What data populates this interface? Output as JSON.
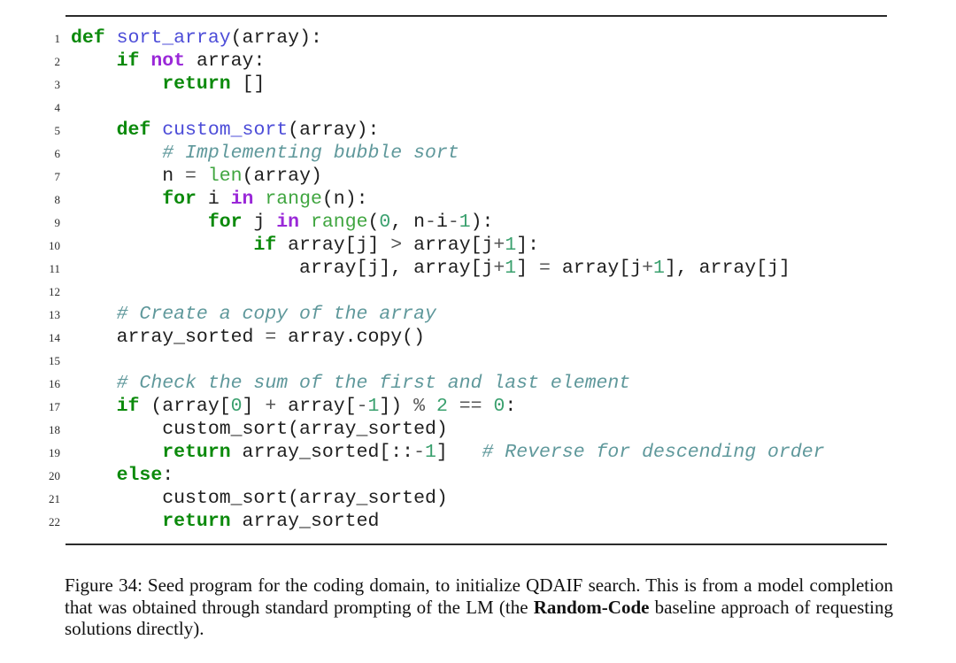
{
  "listing": {
    "rule_color": "#2b2b2b",
    "colors": {
      "keyword": "#0c8a0c",
      "operator_word": "#9a28d8",
      "function_name": "#4c4cd8",
      "builtin": "#3fa53f",
      "comment": "#5f989b",
      "number": "#3aa06e",
      "operator": "#555555",
      "text": "#1f1f1f",
      "line_number": "#2a2a2a"
    },
    "lines": [
      {
        "n": "1",
        "t": [
          [
            "kw",
            "def"
          ],
          [
            "tx",
            " "
          ],
          [
            "fn",
            "sort_array"
          ],
          [
            "tx",
            "(array):"
          ]
        ]
      },
      {
        "n": "2",
        "t": [
          [
            "tx",
            "    "
          ],
          [
            "kw",
            "if"
          ],
          [
            "tx",
            " "
          ],
          [
            "ow",
            "not"
          ],
          [
            "tx",
            " array:"
          ]
        ]
      },
      {
        "n": "3",
        "t": [
          [
            "tx",
            "        "
          ],
          [
            "kw",
            "return"
          ],
          [
            "tx",
            " []"
          ]
        ]
      },
      {
        "n": "4",
        "t": []
      },
      {
        "n": "5",
        "t": [
          [
            "tx",
            "    "
          ],
          [
            "kw",
            "def"
          ],
          [
            "tx",
            " "
          ],
          [
            "fn",
            "custom_sort"
          ],
          [
            "tx",
            "(array):"
          ]
        ]
      },
      {
        "n": "6",
        "t": [
          [
            "tx",
            "        "
          ],
          [
            "cm",
            "# Implementing bubble sort"
          ]
        ]
      },
      {
        "n": "7",
        "t": [
          [
            "tx",
            "        n "
          ],
          [
            "op",
            "="
          ],
          [
            "tx",
            " "
          ],
          [
            "bi",
            "len"
          ],
          [
            "tx",
            "(array)"
          ]
        ]
      },
      {
        "n": "8",
        "t": [
          [
            "tx",
            "        "
          ],
          [
            "kw",
            "for"
          ],
          [
            "tx",
            " i "
          ],
          [
            "ow",
            "in"
          ],
          [
            "tx",
            " "
          ],
          [
            "bi",
            "range"
          ],
          [
            "tx",
            "(n):"
          ]
        ]
      },
      {
        "n": "9",
        "t": [
          [
            "tx",
            "            "
          ],
          [
            "kw",
            "for"
          ],
          [
            "tx",
            " j "
          ],
          [
            "ow",
            "in"
          ],
          [
            "tx",
            " "
          ],
          [
            "bi",
            "range"
          ],
          [
            "tx",
            "("
          ],
          [
            "nm",
            "0"
          ],
          [
            "tx",
            ", n"
          ],
          [
            "op",
            "-"
          ],
          [
            "tx",
            "i"
          ],
          [
            "op",
            "-"
          ],
          [
            "nm",
            "1"
          ],
          [
            "tx",
            "):"
          ]
        ]
      },
      {
        "n": "10",
        "t": [
          [
            "tx",
            "                "
          ],
          [
            "kw",
            "if"
          ],
          [
            "tx",
            " array[j] "
          ],
          [
            "op",
            ">"
          ],
          [
            "tx",
            " array[j"
          ],
          [
            "op",
            "+"
          ],
          [
            "nm",
            "1"
          ],
          [
            "tx",
            "]:"
          ]
        ]
      },
      {
        "n": "11",
        "t": [
          [
            "tx",
            "                    array[j], array[j"
          ],
          [
            "op",
            "+"
          ],
          [
            "nm",
            "1"
          ],
          [
            "tx",
            "] "
          ],
          [
            "op",
            "="
          ],
          [
            "tx",
            " array[j"
          ],
          [
            "op",
            "+"
          ],
          [
            "nm",
            "1"
          ],
          [
            "tx",
            "], array[j]"
          ]
        ]
      },
      {
        "n": "12",
        "t": []
      },
      {
        "n": "13",
        "t": [
          [
            "tx",
            "    "
          ],
          [
            "cm",
            "# Create a copy of the array"
          ]
        ]
      },
      {
        "n": "14",
        "t": [
          [
            "tx",
            "    array_sorted "
          ],
          [
            "op",
            "="
          ],
          [
            "tx",
            " array.copy()"
          ]
        ]
      },
      {
        "n": "15",
        "t": []
      },
      {
        "n": "16",
        "t": [
          [
            "tx",
            "    "
          ],
          [
            "cm",
            "# Check the sum of the first and last element"
          ]
        ]
      },
      {
        "n": "17",
        "t": [
          [
            "tx",
            "    "
          ],
          [
            "kw",
            "if"
          ],
          [
            "tx",
            " (array["
          ],
          [
            "nm",
            "0"
          ],
          [
            "tx",
            "] "
          ],
          [
            "op",
            "+"
          ],
          [
            "tx",
            " array["
          ],
          [
            "op",
            "-"
          ],
          [
            "nm",
            "1"
          ],
          [
            "tx",
            "]) "
          ],
          [
            "op",
            "%"
          ],
          [
            "tx",
            " "
          ],
          [
            "nm",
            "2"
          ],
          [
            "tx",
            " "
          ],
          [
            "op",
            "=="
          ],
          [
            "tx",
            " "
          ],
          [
            "nm",
            "0"
          ],
          [
            "tx",
            ":"
          ]
        ]
      },
      {
        "n": "18",
        "t": [
          [
            "tx",
            "        custom_sort(array_sorted)"
          ]
        ]
      },
      {
        "n": "19",
        "t": [
          [
            "tx",
            "        "
          ],
          [
            "kw",
            "return"
          ],
          [
            "tx",
            " array_sorted[::"
          ],
          [
            "op",
            "-"
          ],
          [
            "nm",
            "1"
          ],
          [
            "tx",
            "]   "
          ],
          [
            "cm",
            "# Reverse for descending order"
          ]
        ]
      },
      {
        "n": "20",
        "t": [
          [
            "tx",
            "    "
          ],
          [
            "kw",
            "else"
          ],
          [
            "tx",
            ":"
          ]
        ]
      },
      {
        "n": "21",
        "t": [
          [
            "tx",
            "        custom_sort(array_sorted)"
          ]
        ]
      },
      {
        "n": "22",
        "t": [
          [
            "tx",
            "        "
          ],
          [
            "kw",
            "return"
          ],
          [
            "tx",
            " array_sorted"
          ]
        ]
      }
    ]
  },
  "caption": {
    "label": "Figure 34:",
    "text_before_bold": "Seed program for the coding domain, to initialize QDAIF search. This is from a model completion that was obtained through standard prompting of the LM (the ",
    "bold_text": "Random-Code",
    "text_after_bold": " baseline approach of requesting solutions directly)."
  }
}
